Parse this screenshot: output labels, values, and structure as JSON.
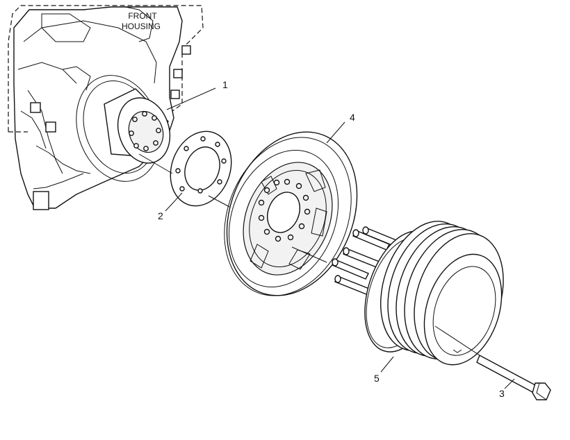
{
  "header": {
    "line1": "FRONT",
    "line2": "HOUSING"
  },
  "callouts": {
    "c1": "1",
    "c2": "2",
    "c3": "3",
    "c4": "4",
    "c5": "5"
  }
}
